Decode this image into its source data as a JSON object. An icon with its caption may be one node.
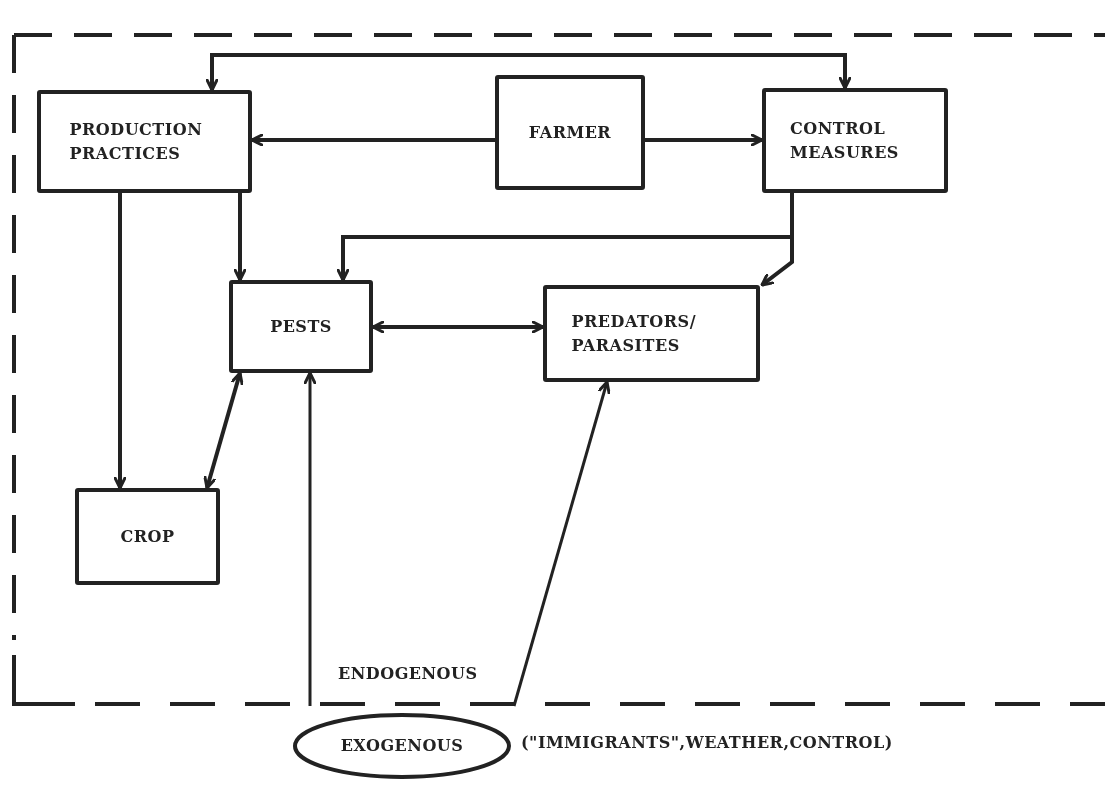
{
  "diagram": {
    "nodes": [
      {
        "text": [
          "PRODUCTION PRACTICES"
        ]
      },
      {
        "text": [
          "FARMER"
        ]
      },
      {
        "text": [
          "CONTROL MEASURES"
        ]
      },
      {
        "text": [
          "PESTS"
        ]
      },
      {
        "text": [
          "PREDATORS/ PARASITES"
        ]
      },
      {
        "text": [
          "CROP"
        ]
      },
      {
        "text": [
          "EXOGENOUS"
        ]
      }
    ],
    "edges": [
      {
        "from": 1,
        "to": 0,
        "arrow": "to"
      },
      {
        "from": 1,
        "to": 2,
        "arrow": "to"
      },
      {
        "from": 0,
        "to": 2,
        "arrow": "both"
      },
      {
        "from": 0,
        "to": 3,
        "arrow": "to"
      },
      {
        "from": 0,
        "to": 5,
        "arrow": "to"
      },
      {
        "from": 2,
        "to": 3,
        "arrow": "to"
      },
      {
        "from": 2,
        "to": 4,
        "arrow": "to"
      },
      {
        "from": 3,
        "to": 4,
        "arrow": "both"
      },
      {
        "from": 5,
        "to": 3,
        "arrow": "both"
      },
      {
        "from": 6,
        "to": 3,
        "arrow": "to"
      },
      {
        "from": 6,
        "to": 4,
        "arrow": "to"
      }
    ],
    "labels": [
      "ENDOGENOUS",
      "(\"IMMIGRANTS\",WEATHER,CONTROL)"
    ]
  }
}
